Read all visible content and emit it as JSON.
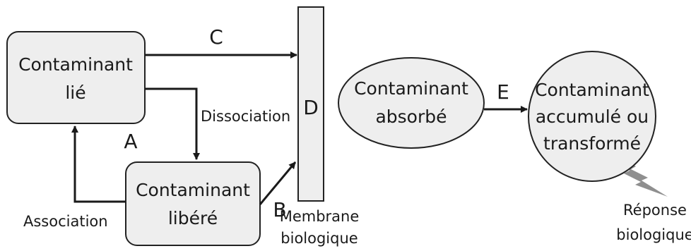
{
  "boxes": {
    "bound": {
      "line1": "Contaminant",
      "line2": "lié"
    },
    "released": {
      "line1": "Contaminant",
      "line2": "libéré"
    }
  },
  "membrane": {
    "letter": "D",
    "line1": "Membrane",
    "line2": "biologique"
  },
  "absorbed": {
    "line1": "Contaminant",
    "line2": "absorbé"
  },
  "accumulated": {
    "line1": "Contaminant",
    "line2": "accumulé ou",
    "line3": "transformé"
  },
  "response": {
    "line1": "Réponse",
    "line2": "biologique"
  },
  "arrows": {
    "a_letter": "A",
    "b_letter": "B",
    "c_letter": "C",
    "e_letter": "E",
    "dissociation": "Dissociation",
    "association": "Association"
  }
}
